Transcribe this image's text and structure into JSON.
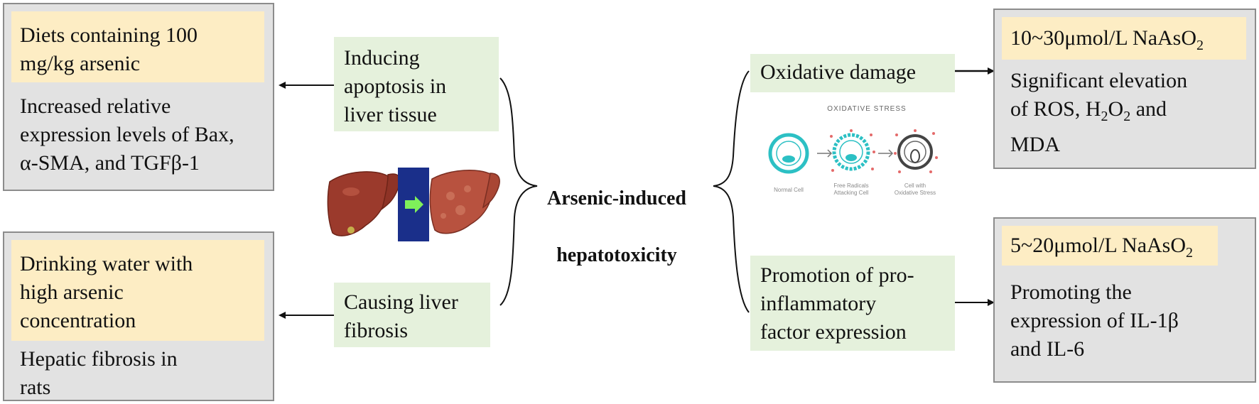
{
  "center": {
    "title_line1": "Arsenic-induced",
    "title_line2": "hepatotoxicity"
  },
  "left_top": {
    "mechanism": "Inducing\napoptosis in\nliver tissue",
    "condition": "Diets containing 100\nmg/kg arsenic",
    "effect": "Increased relative\nexpression levels of Bax,\nα-SMA, and TGFβ-1"
  },
  "left_bottom": {
    "mechanism": "Causing liver\nfibrosis",
    "condition": "Drinking water with\nhigh arsenic\nconcentration",
    "effect": "Hepatic fibrosis in\nrats"
  },
  "right_top": {
    "mechanism": "Oxidative damage",
    "condition_prefix": "10~30μmol/L NaAsO",
    "condition_sub": "2",
    "effect_l1": "Significant elevation",
    "effect_l2a": "of ROS, H",
    "effect_l2sub1": "2",
    "effect_l2b": "O",
    "effect_l2sub2": "2",
    "effect_l2c": " and",
    "effect_l3": "MDA"
  },
  "right_bottom": {
    "mechanism": "Promotion of pro-\ninflammatory\nfactor expression",
    "condition_prefix": "5~20μmol/L NaAsO",
    "condition_sub": "2",
    "effect": "Promoting the\nexpression of IL-1β\nand IL-6"
  },
  "oxidative_stress_figure": {
    "title": "OXIDATIVE STRESS",
    "label_1": "Normal Cell",
    "label_2a": "Free Radicals",
    "label_2b": "Attacking Cell",
    "label_3a": "Cell with",
    "label_3b": "Oxidative Stress"
  },
  "colors": {
    "gray_fill": "#e2e2e2",
    "gray_border": "#8c8c8c",
    "yellow_fill": "#fdedc4",
    "green_fill": "#e5f1dc",
    "liver_healthy": "#9b3a2c",
    "liver_fibrotic": "#b8523f",
    "arrow_panel": "#1a2f8a",
    "arrow_icon": "#7ff05a",
    "cell_teal": "#2cc0c4"
  }
}
